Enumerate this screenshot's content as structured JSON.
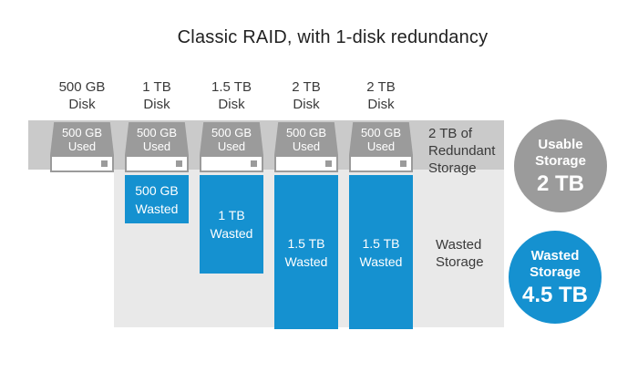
{
  "title": "Classic RAID, with 1-disk redundancy",
  "colors": {
    "accent_blue": "#1591d0",
    "disk_gray": "#9b9b9b",
    "redundant_band_gray": "#cacaca",
    "wasted_area_gray": "#e9e9e9"
  },
  "columns": [
    {
      "disk_label": [
        "500 GB",
        "Disk"
      ],
      "used_label": [
        "500 GB",
        "Used"
      ],
      "wasted_label": [
        "",
        ""
      ]
    },
    {
      "disk_label": [
        "1 TB",
        "Disk"
      ],
      "used_label": [
        "500 GB",
        "Used"
      ],
      "wasted_label": [
        "500 GB",
        "Wasted"
      ]
    },
    {
      "disk_label": [
        "1.5 TB",
        "Disk"
      ],
      "used_label": [
        "500 GB",
        "Used"
      ],
      "wasted_label": [
        "1 TB",
        "Wasted"
      ]
    },
    {
      "disk_label": [
        "2 TB",
        "Disk"
      ],
      "used_label": [
        "500 GB",
        "Used"
      ],
      "wasted_label": [
        "1.5 TB",
        "Wasted"
      ]
    },
    {
      "disk_label": [
        "2 TB",
        "Disk"
      ],
      "used_label": [
        "500 GB",
        "Used"
      ],
      "wasted_label": [
        "1.5 TB",
        "Wasted"
      ]
    }
  ],
  "annotations": {
    "redundant": [
      "2 TB of",
      "Redundant",
      "Storage"
    ],
    "wasted_area": [
      "Wasted",
      "Storage"
    ]
  },
  "summary": {
    "usable": {
      "lines": [
        "Usable",
        "Storage"
      ],
      "value": "2 TB"
    },
    "wasted": {
      "lines": [
        "Wasted",
        "Storage"
      ],
      "value": "4.5 TB"
    }
  }
}
